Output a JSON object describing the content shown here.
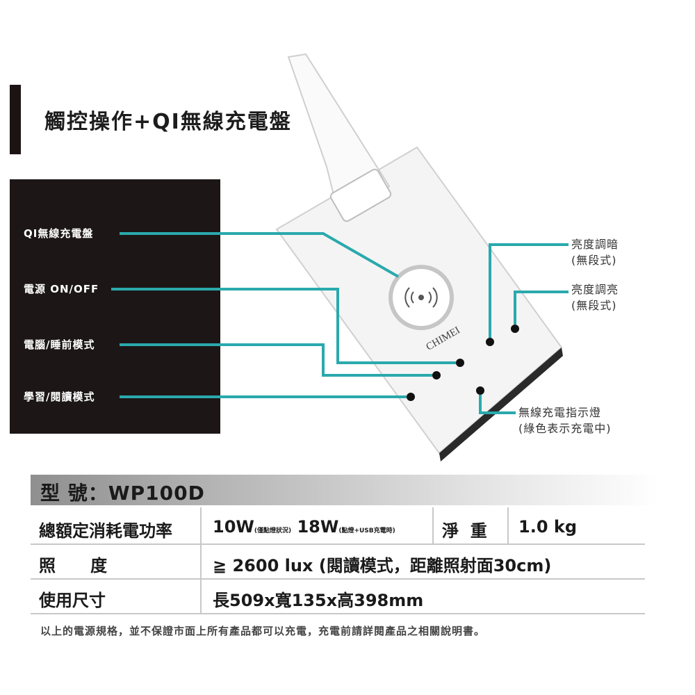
{
  "title": "觸控操作+QI無線充電盤",
  "left_labels": {
    "qi": "QI無線充電盤",
    "power": "電源 ON/OFF",
    "pc_mode": "電腦/睡前模式",
    "study_mode": "學習/閱讀模式"
  },
  "right_labels": {
    "dim_line1": "亮度調暗",
    "dim_line2": "(無段式)",
    "bright_line1": "亮度調亮",
    "bright_line2": "(無段式)",
    "indicator_line1": "無線充電指示燈",
    "indicator_line2": "(綠色表示充電中)"
  },
  "brand": "CHIMEI",
  "spec": {
    "model_label": "型 號：",
    "model_value": "WP100D",
    "power_label": "總額定消耗電功率",
    "power_value1": "10W",
    "power_note1": "(僅點燈狀況)",
    "power_value2": "18W",
    "power_note2": "(點燈+USB充電時)",
    "weight_label": "淨  重",
    "weight_value": "1.0 kg",
    "lux_label": "照      度",
    "lux_value": "≧ 2600 lux (閱讀模式，距離照射面30cm)",
    "size_label": "使用尺寸",
    "size_value": "長509x寬135x高398mm"
  },
  "note": "以上的電源規格，並不保證市面上所有產品都可以充電，充電前請詳閱產品之相關說明書。",
  "colors": {
    "accent": "#2aa9ad",
    "panel": "#1c1616"
  }
}
